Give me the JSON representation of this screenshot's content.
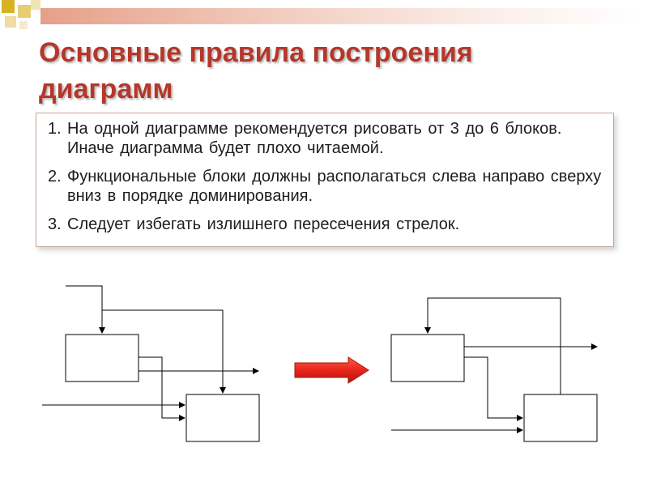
{
  "slide": {
    "title": "Основные правила построения диаграмм",
    "rules": [
      {
        "number": "1.",
        "text": "На одной диаграмме рекомендуется рисовать от 3 до 6 блоков. Иначе диаграмма будет плохо читаемой."
      },
      {
        "number": "2.",
        "text": "Функциональные блоки должны располагаться слева направо сверху вниз в порядке доминирования."
      },
      {
        "number": "3.",
        "text": "Следует избегать излишнего пересечения стрелок."
      }
    ]
  },
  "colors": {
    "title": "#b5372a",
    "accent_arrow": "#e8261a",
    "deco_square": "#d6b224"
  },
  "diagrams": {
    "before": {
      "blocks": 2,
      "description_icon": "diagram-before"
    },
    "transition": {
      "icon": "right-arrow-icon"
    },
    "after": {
      "blocks": 2,
      "description_icon": "diagram-after"
    }
  }
}
